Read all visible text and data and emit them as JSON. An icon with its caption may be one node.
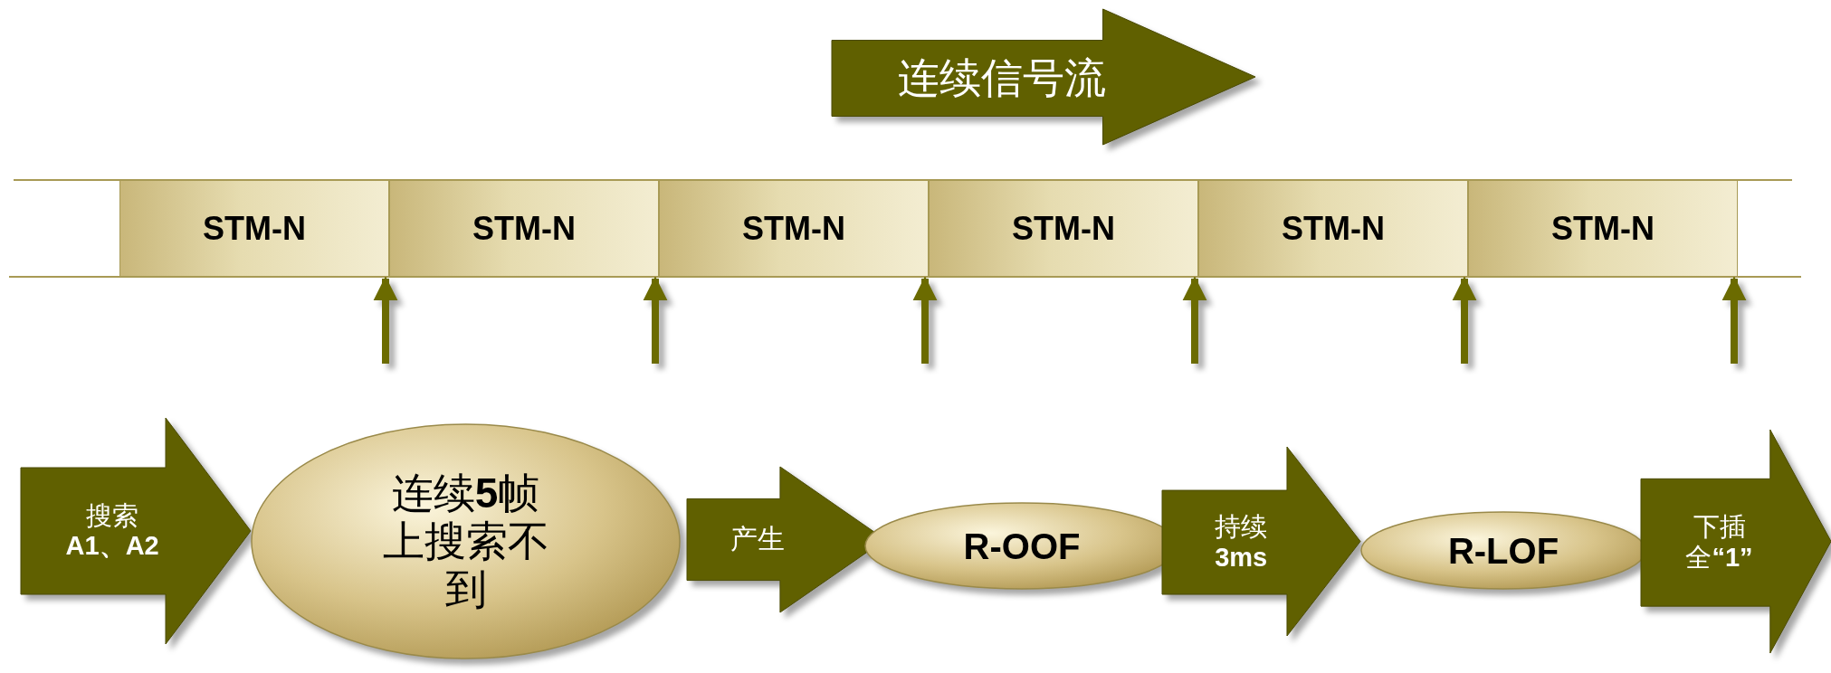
{
  "diagram": {
    "nodes": [
      {
        "text": [
          "连续信号流"
        ]
      },
      {
        "text": [
          "STM-N"
        ]
      },
      {
        "text": [
          "STM-N"
        ]
      },
      {
        "text": [
          "STM-N"
        ]
      },
      {
        "text": [
          "STM-N"
        ]
      },
      {
        "text": [
          "STM-N"
        ]
      },
      {
        "text": [
          "STM-N"
        ]
      },
      {
        "text": [
          "搜索 **A1、A2**"
        ]
      },
      {
        "text": [
          "连续**5**帧上搜索不到"
        ]
      },
      {
        "text": [
          "产生"
        ]
      },
      {
        "text": [
          "R-OOF"
        ]
      },
      {
        "text": [
          "持续 **3ms**"
        ]
      },
      {
        "text": [
          "R-LOF"
        ]
      },
      {
        "text": [
          "下插全**“1”**"
        ]
      }
    ],
    "edges": [
      {
        "from": null,
        "to": 1,
        "arrow": "to"
      },
      {
        "from": null,
        "to": 2,
        "arrow": "to"
      },
      {
        "from": null,
        "to": 3,
        "arrow": "to"
      },
      {
        "from": null,
        "to": 4,
        "arrow": "to"
      },
      {
        "from": null,
        "to": 5,
        "arrow": "to"
      },
      {
        "from": null,
        "to": 6,
        "arrow": "to"
      }
    ]
  }
}
